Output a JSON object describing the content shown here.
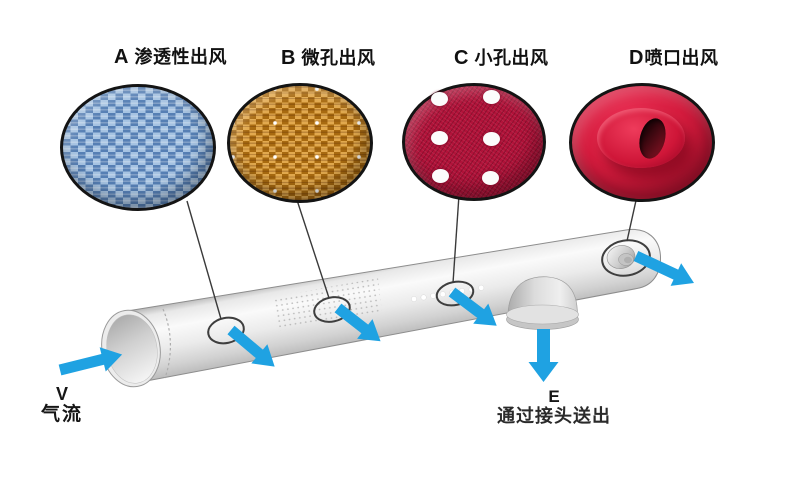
{
  "diagram": {
    "subject": "fabric-air-duct-outlet-types",
    "outlets": [
      {
        "letter": "A",
        "name": "渗透性出风",
        "fabric": "blue-woven-permeable",
        "fabric_color": "#6f9ccd"
      },
      {
        "letter": "B",
        "name": "微孔出风",
        "fabric": "orange-woven-micro-holes",
        "fabric_color": "#c8862c"
      },
      {
        "letter": "C",
        "name": "小孔出风",
        "fabric": "red-small-holes",
        "fabric_color": "#b11239"
      },
      {
        "letter": "D",
        "name": "喷口出风",
        "fabric": "red-nozzle",
        "fabric_color": "#d51c3e"
      }
    ],
    "inlet": {
      "letter": "V",
      "name": "气流"
    },
    "branch_outlet": {
      "letter": "E",
      "name": "通过接头送出"
    },
    "colors": {
      "arrow_blue": "#1fa2e2",
      "duct_gray": "#dcdcdc",
      "marker_outline": "#3e3e3e"
    },
    "icons": [
      "airflow-arrow",
      "outlet-marker-circle"
    ]
  }
}
